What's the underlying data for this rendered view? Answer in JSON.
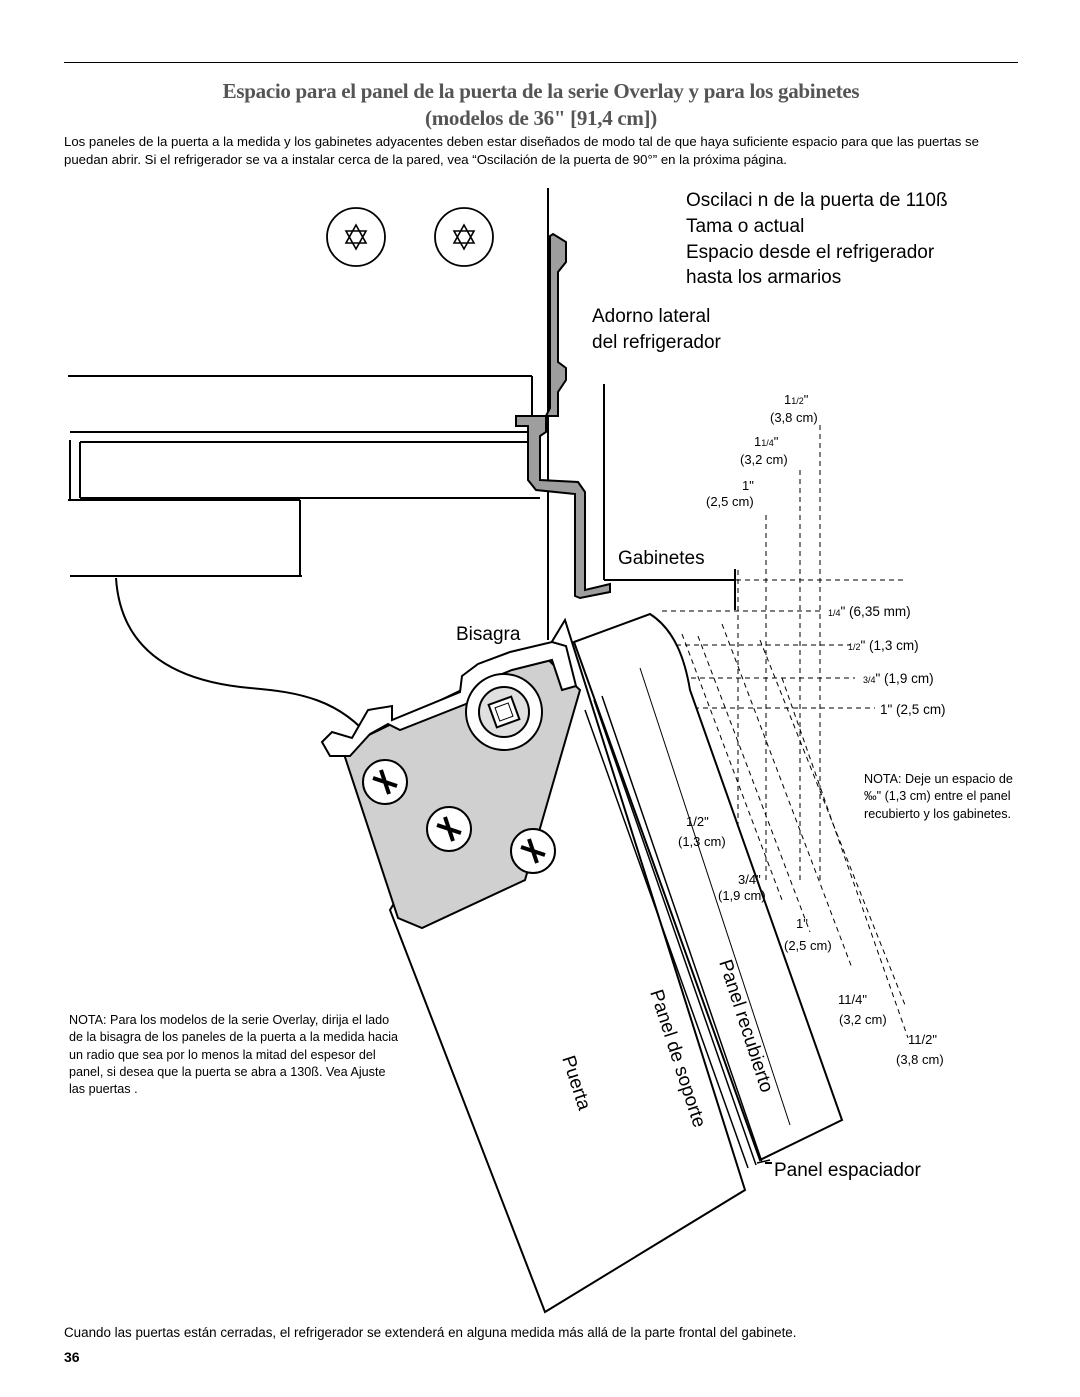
{
  "header": {
    "title_line1": "Espacio para el panel de la puerta de la serie Overlay y para los gabinetes",
    "title_line2": "(modelos de 36\" [91,4 cm])"
  },
  "intro": "Los paneles de la puerta a la medida y los gabinetes adyacentes deben estar diseñados de modo tal de que haya suficiente espacio para que las puertas se puedan abrir. Si el refrigerador se va a instalar cerca de la pared, vea “Oscilación de la puerta de 90°” en la próxima página.",
  "labels": {
    "swing": "Oscilaci n de la puerta de 110ß",
    "actual_size": "Tama o actual",
    "clearance_1": "Espacio desde el refrigerador",
    "clearance_2": "hasta los armarios",
    "trim_1": "Adorno lateral",
    "trim_2": "del refrigerador",
    "cabinets": "Gabinetes",
    "hinge": "Bisagra",
    "door": "Puerta",
    "support_panel": "Panel de soporte",
    "overlay_panel": "Panel recubierto",
    "spacer_panel": "Panel espaciador"
  },
  "dims_top": [
    {
      "in_whole": "1",
      "in_frac": "1/2",
      "suffix": "\"",
      "cm": "(3,8 cm)"
    },
    {
      "in_whole": "1",
      "in_frac": "1/4",
      "suffix": "\"",
      "cm": "(3,2 cm)"
    },
    {
      "in_whole": "1",
      "in_frac": "",
      "suffix": "\"",
      "cm": "(2,5 cm)"
    }
  ],
  "dims_right": [
    {
      "frac": "1/4",
      "text": "\" (6,35 mm)"
    },
    {
      "frac": "1/2",
      "text": "\" (1,3 cm)"
    },
    {
      "frac": "3/4",
      "text": "\" (1,9 cm)"
    },
    {
      "frac": "",
      "text": "1\" (2,5 cm)"
    }
  ],
  "dims_diag": [
    {
      "in": "1/2\"",
      "cm": "(1,3 cm)"
    },
    {
      "in": "3/4\"",
      "cm": "(1,9 cm)"
    },
    {
      "in": "1\"",
      "cm": "(2,5 cm)"
    },
    {
      "in": "11/4\"",
      "cm": "(3,2 cm)"
    },
    {
      "in": "11/2\"",
      "cm": "(3,8 cm)"
    }
  ],
  "note_right": "NOTA: Deje un espacio de ‰\" (1,3 cm) entre el panel recubierto y los gabinetes.",
  "note_left": "NOTA: Para los modelos de la serie Overlay, dirija el lado de la bisagra de los paneles de la puerta a la medida hacia un radio que sea por lo menos la mitad del espesor del panel, si desea que la puerta se abra a 130ß. Vea  Ajuste las puertas .",
  "footer": "Cuando las puertas están cerradas, el refrigerador se extenderá en alguna medida más allá de la parte frontal del gabinete.",
  "page_number": "36"
}
